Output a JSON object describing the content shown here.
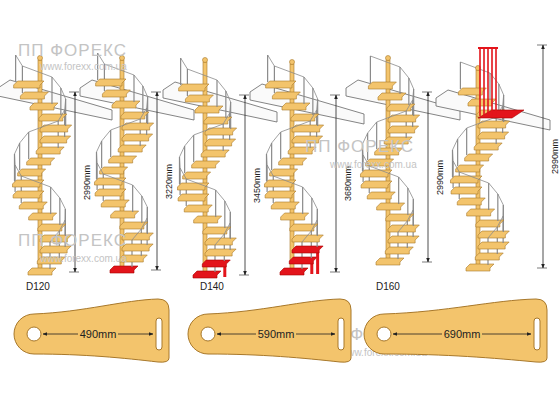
{
  "diagram": {
    "nodes": [
      {
        "text": [
          "D120",
          "490mm"
        ]
      },
      {
        "text": [
          "D140",
          "590mm"
        ]
      },
      {
        "text": [
          "D160",
          "690mm"
        ]
      }
    ],
    "labels": [
      "ПП ФОРЕКС",
      "www.forexx.com.ua",
      "2990mm",
      "3220mm",
      "3450mm",
      "3680mm",
      "2990mm",
      "2990mm",
      "ПП ФОРЕКС",
      "www.forexx.com.ua",
      "ПП ФОРЕКС",
      "www.forexx.com.ua",
      "ПП ФОРЕКС",
      "www.forexx.com.ua"
    ]
  }
}
